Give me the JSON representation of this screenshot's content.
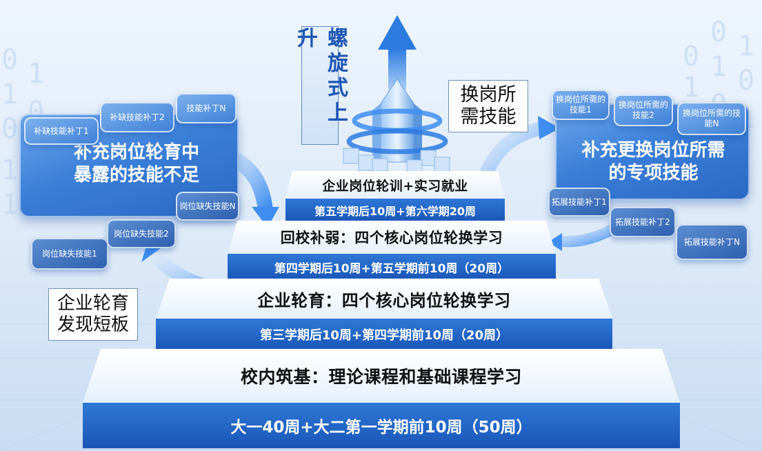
{
  "spiral_label": "螺旋式上升",
  "job_change_label": "换岗所需技能",
  "enterprise_shortboard_label": "企业轮育发现短板",
  "left_panel": {
    "title": "补充岗位轮育中暴露的技能不足",
    "top_chips": [
      "补缺技能补丁1",
      "补缺技能补丁2",
      "技能补丁N"
    ],
    "bottom_chips": [
      "岗位缺失技能1",
      "岗位缺失技能2",
      "岗位缺失技能N"
    ]
  },
  "right_panel": {
    "title": "补充更换岗位所需的专项技能",
    "top_chips": [
      "换岗位所需的技能1",
      "换岗位所需的技能2",
      "换岗位所需的技能N"
    ],
    "bottom_chips": [
      "拓展技能补丁1",
      "拓展技能补丁2",
      "拓展技能补丁N"
    ]
  },
  "tiers": [
    {
      "title": "企业岗位轮训+实习就业",
      "subtitle": "第五学期后10周+第六学期20周"
    },
    {
      "title": "回校补弱：四个核心岗位轮换学习",
      "subtitle": "第四学期后10周+第五学期前10周（20周）"
    },
    {
      "title": "企业轮育：四个核心岗位轮换学习",
      "subtitle": "第三学期后10周+第四学期前10周（20周）"
    },
    {
      "title": "校内筑基：理论课程和基础课程学习",
      "subtitle": "大一40周+大二第一学期前10周（50周）"
    }
  ],
  "colors": {
    "tier_blue": "#1f5fc0",
    "panel_blue": "#3b7fd8",
    "accent_text": "#1f56b3"
  }
}
